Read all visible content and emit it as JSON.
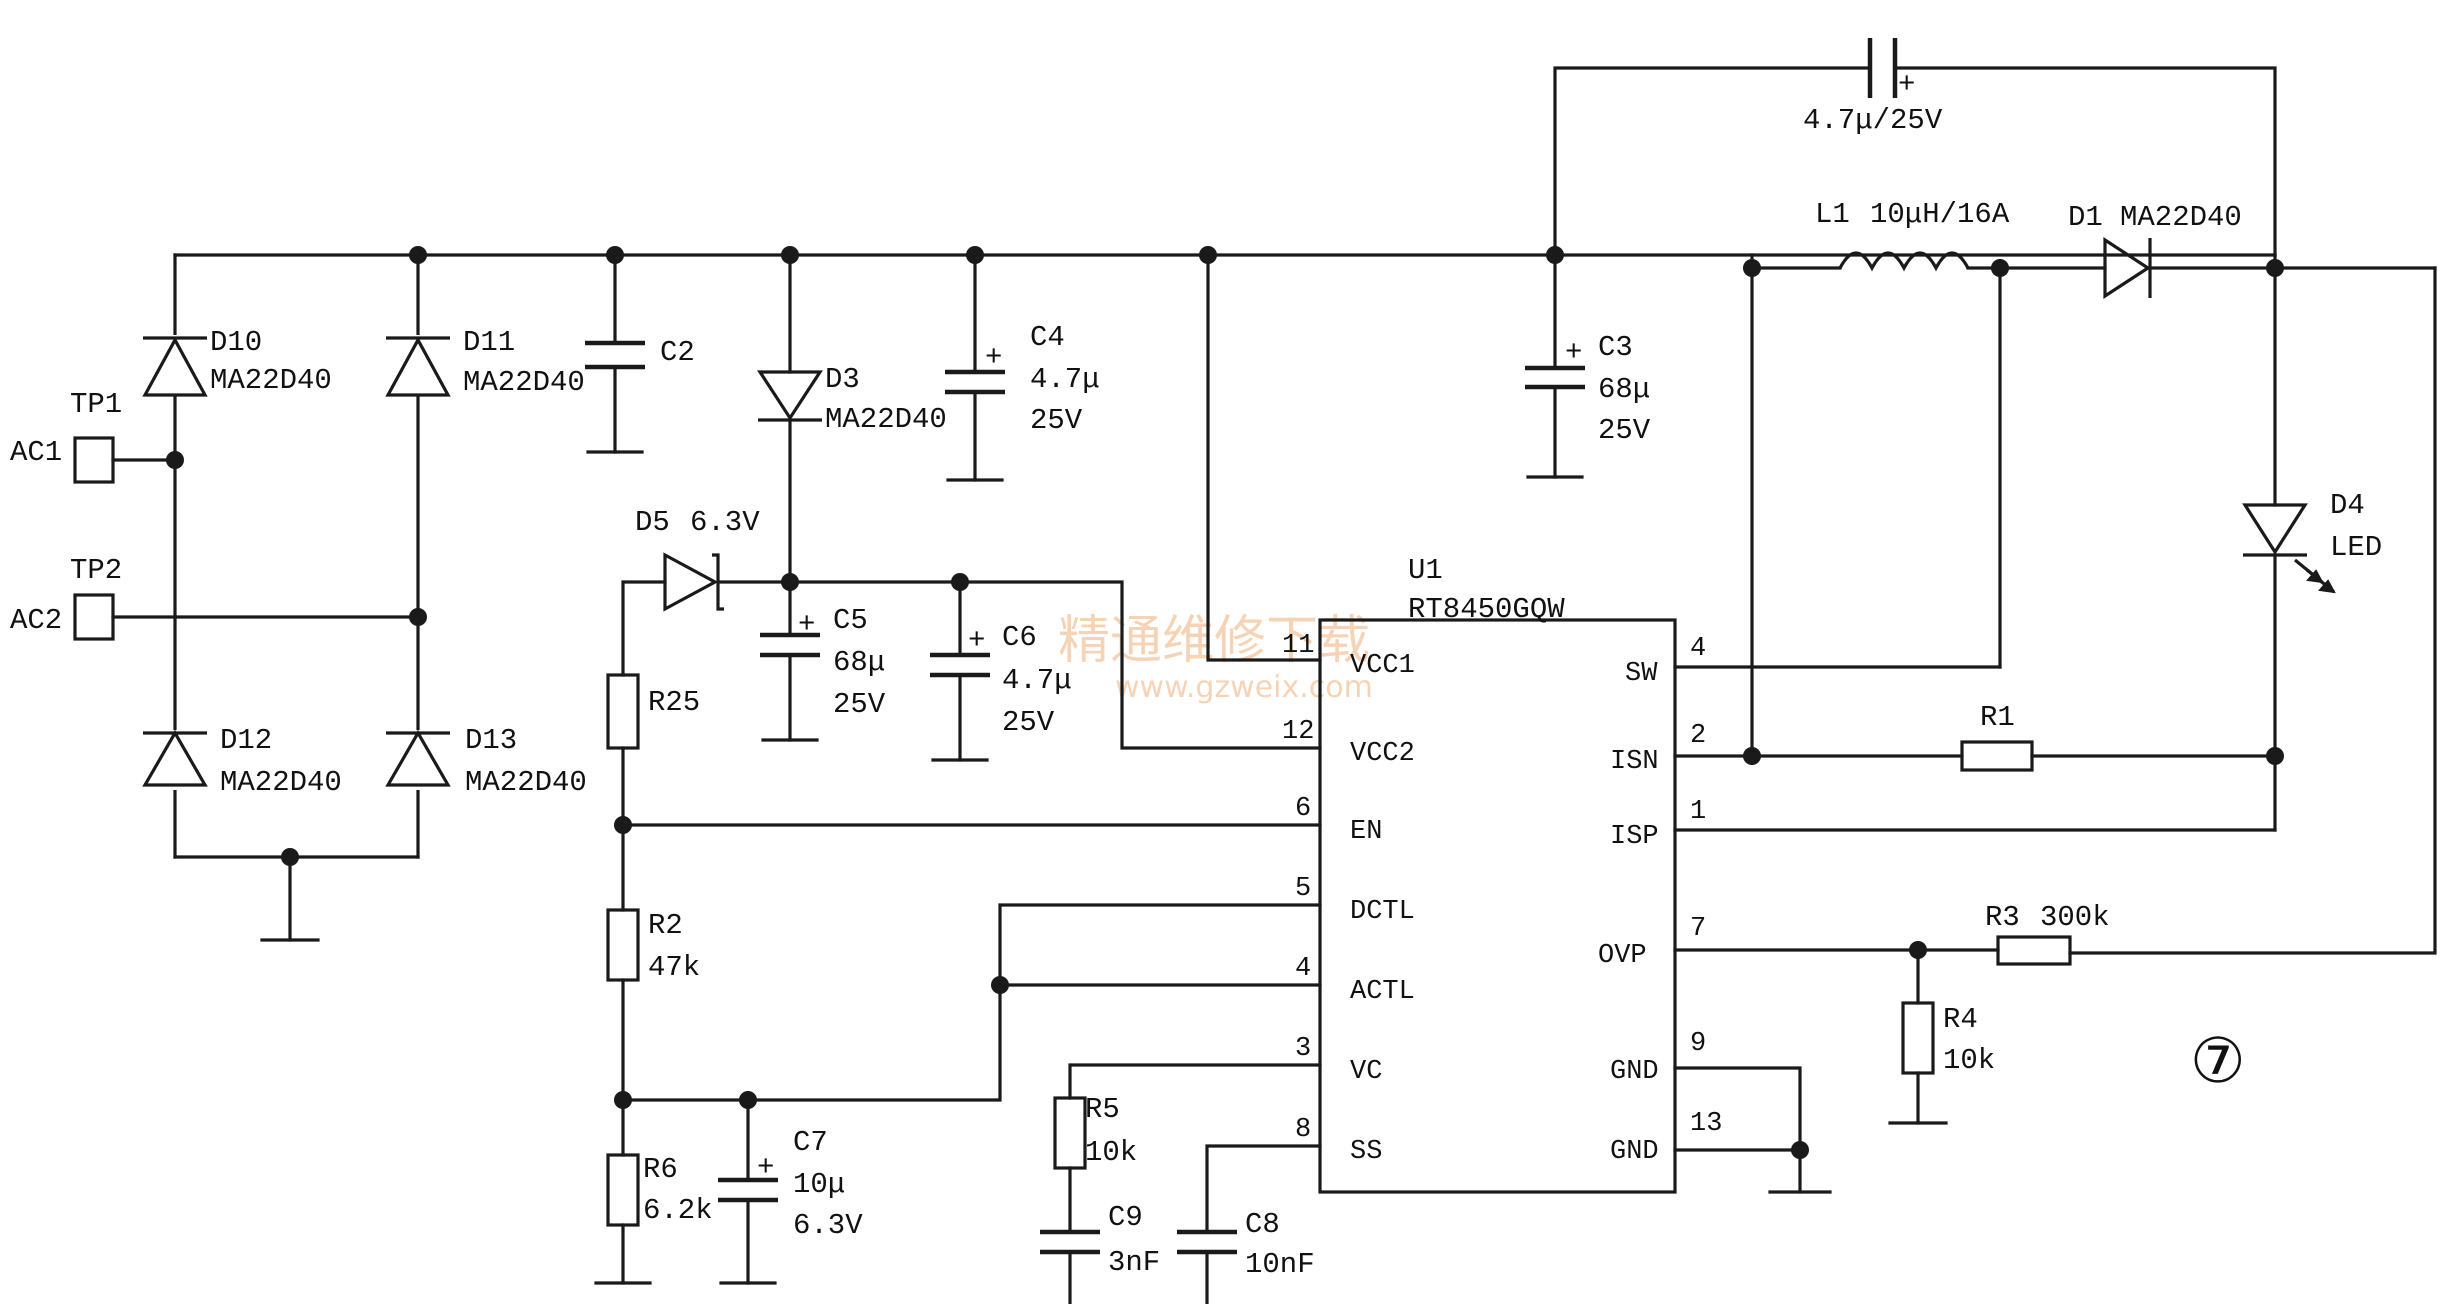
{
  "figure_number": "⑦",
  "watermark": {
    "cn": "精通维修下载",
    "url": "www.gzweix.com"
  },
  "test_points": {
    "tp1": "TP1",
    "tp2": "TP2",
    "ac1": "AC1",
    "ac2": "AC2"
  },
  "diodes": {
    "d10": {
      "ref": "D10",
      "part": "MA22D40"
    },
    "d11": {
      "ref": "D11",
      "part": "MA22D40"
    },
    "d12": {
      "ref": "D12",
      "part": "MA22D40"
    },
    "d13": {
      "ref": "D13",
      "part": "MA22D40"
    },
    "d3": {
      "ref": "D3",
      "part": "MA22D40"
    },
    "d5": {
      "ref": "D5",
      "value": "6.3V"
    },
    "d1": {
      "ref": "D1",
      "part": "MA22D40"
    },
    "d4": {
      "ref": "D4",
      "part": "LED"
    }
  },
  "capacitors": {
    "c2": {
      "ref": "C2"
    },
    "c4": {
      "ref": "C4",
      "value": "4.7μ",
      "voltage": "25V"
    },
    "c3": {
      "ref": "C3",
      "value": "68μ",
      "voltage": "25V"
    },
    "c5": {
      "ref": "C5",
      "value": "68μ",
      "voltage": "25V"
    },
    "c6": {
      "ref": "C6",
      "value": "4.7μ",
      "voltage": "25V"
    },
    "c7": {
      "ref": "C7",
      "value": "10μ",
      "voltage": "6.3V"
    },
    "c9": {
      "ref": "C9",
      "value": "3nF"
    },
    "c8": {
      "ref": "C8",
      "value": "10nF"
    },
    "top": {
      "value": "4.7μ/25V"
    }
  },
  "resistors": {
    "r25": {
      "ref": "R25"
    },
    "r2": {
      "ref": "R2",
      "value": "47k"
    },
    "r6": {
      "ref": "R6",
      "value": "6.2k"
    },
    "r5": {
      "ref": "R5",
      "value": "10k"
    },
    "r1": {
      "ref": "R1"
    },
    "r3": {
      "ref": "R3",
      "value": "300k"
    },
    "r4": {
      "ref": "R4",
      "value": "10k"
    }
  },
  "inductor": {
    "ref": "L1",
    "value": "10μH/16A"
  },
  "ic": {
    "ref": "U1",
    "part": "RT8450GQW",
    "left_pins": [
      {
        "num": "11",
        "name": "VCC1"
      },
      {
        "num": "12",
        "name": "VCC2"
      },
      {
        "num": "6",
        "name": "EN"
      },
      {
        "num": "5",
        "name": "DCTL"
      },
      {
        "num": "4",
        "name": "ACTL"
      },
      {
        "num": "3",
        "name": "VC"
      },
      {
        "num": "8",
        "name": "SS"
      }
    ],
    "right_pins": [
      {
        "num": "4",
        "name": "SW"
      },
      {
        "num": "2",
        "name": "ISN"
      },
      {
        "num": "1",
        "name": "ISP"
      },
      {
        "num": "7",
        "name": "OVP"
      },
      {
        "num": "9",
        "name": "GND"
      },
      {
        "num": "13",
        "name": "GND"
      }
    ]
  }
}
